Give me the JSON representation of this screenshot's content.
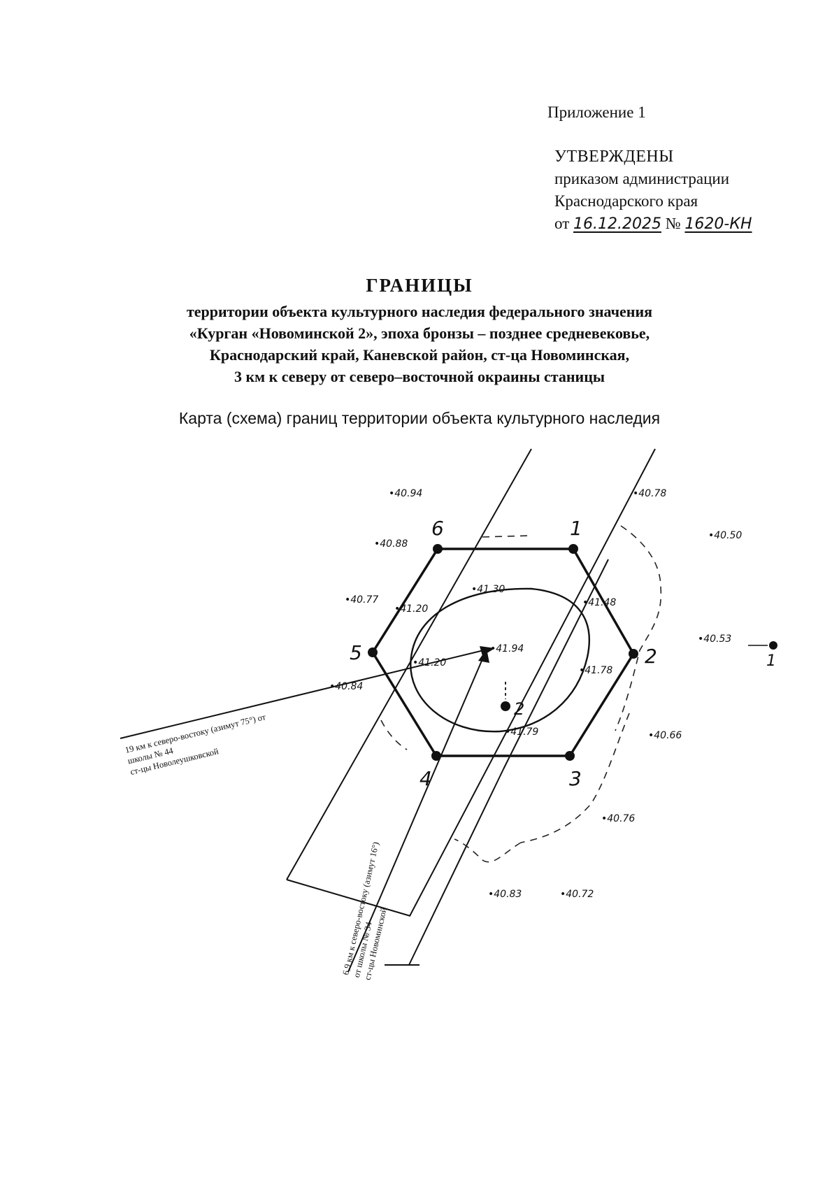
{
  "header": {
    "appendix": "Приложение 1",
    "approved": "УТВЕРЖДЕНЫ",
    "order_line": "приказом администрации",
    "region_line": "Краснодарского края",
    "date_prefix": "от",
    "date": "16.12.2025",
    "number_sign": "№",
    "number": "1620-КН"
  },
  "title": {
    "main": "ГРАНИЦЫ",
    "lines": [
      "территории объекта культурного наследия федерального значения",
      "«Курган «Новоминской 2», эпоха бронзы – позднее средневековье,",
      "Краснодарский край, Каневской район, ст-ца Новоминская,",
      "3 км к северу от северо–восточной окраины станицы"
    ]
  },
  "subtitle": "Карта (схема) границ территории объекта культурного наследия",
  "map": {
    "boundary_points": [
      "1",
      "2",
      "3",
      "4",
      "5",
      "6"
    ],
    "marker_1": "1",
    "marker_2": "2",
    "elevations": [
      "•40.94",
      "•40.78",
      "•40.88",
      "•40.50",
      "•40.77",
      "•41.20",
      "•41.30",
      "•41.48",
      "•40.53",
      "•41.94",
      "•41.20",
      "•41.78",
      "•40.84",
      "•41.79",
      "•40.66",
      "•40.76",
      "•40.83",
      "•40.72"
    ],
    "reference_west": [
      "19 км к северо-востоку (азимут 75°) от",
      "школы № 44",
      "ст-цы Новолеушковской"
    ],
    "reference_south": [
      "6,9 км к северо-востоку (азимут 16°)",
      "от школы № 34",
      "ст-цы Новоминской"
    ]
  }
}
